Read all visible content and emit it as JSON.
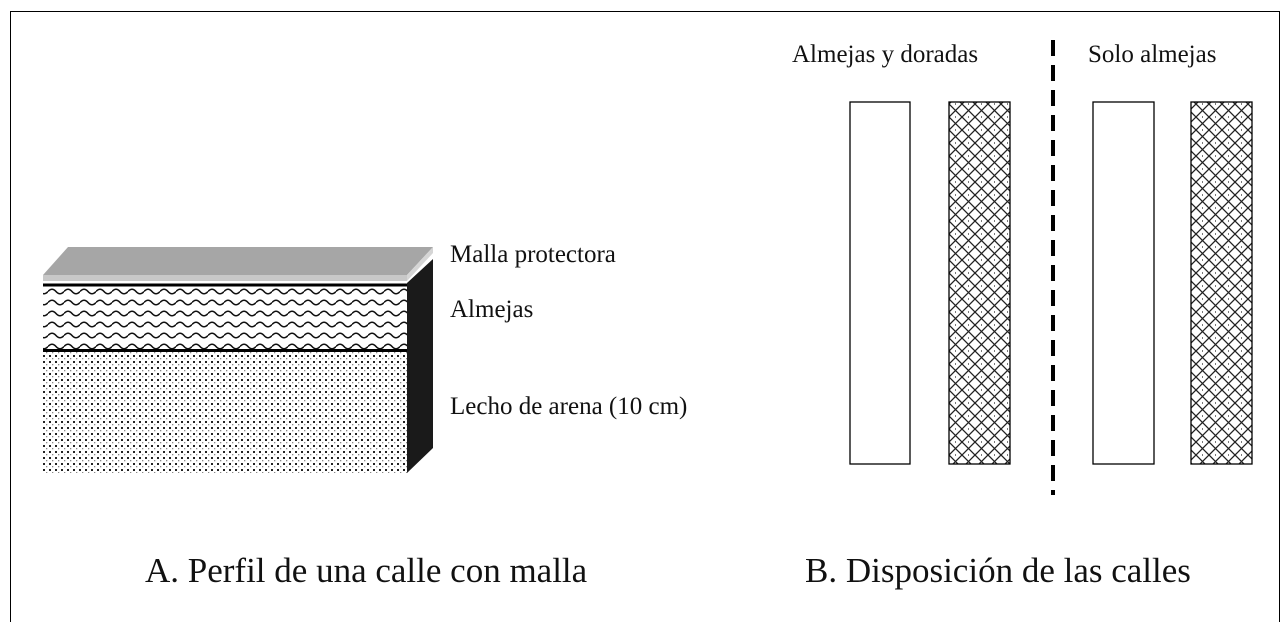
{
  "panel_a": {
    "layers": {
      "top": "Malla protectora",
      "middle": "Almejas",
      "bottom": "Lecho de arena (10 cm)"
    },
    "caption": "A. Perfil de una calle con malla"
  },
  "panel_b": {
    "left_group": "Almejas y doradas",
    "right_group": "Solo almejas",
    "caption": "B. Disposición de las calles",
    "lanes": [
      {
        "group": "left",
        "pattern": "plain"
      },
      {
        "group": "left",
        "pattern": "mesh"
      },
      {
        "group": "right",
        "pattern": "plain"
      },
      {
        "group": "right",
        "pattern": "mesh"
      }
    ]
  },
  "colors": {
    "mesh_top": "#a6a6a6",
    "side": "#1a1a1a",
    "line": "#000000"
  }
}
